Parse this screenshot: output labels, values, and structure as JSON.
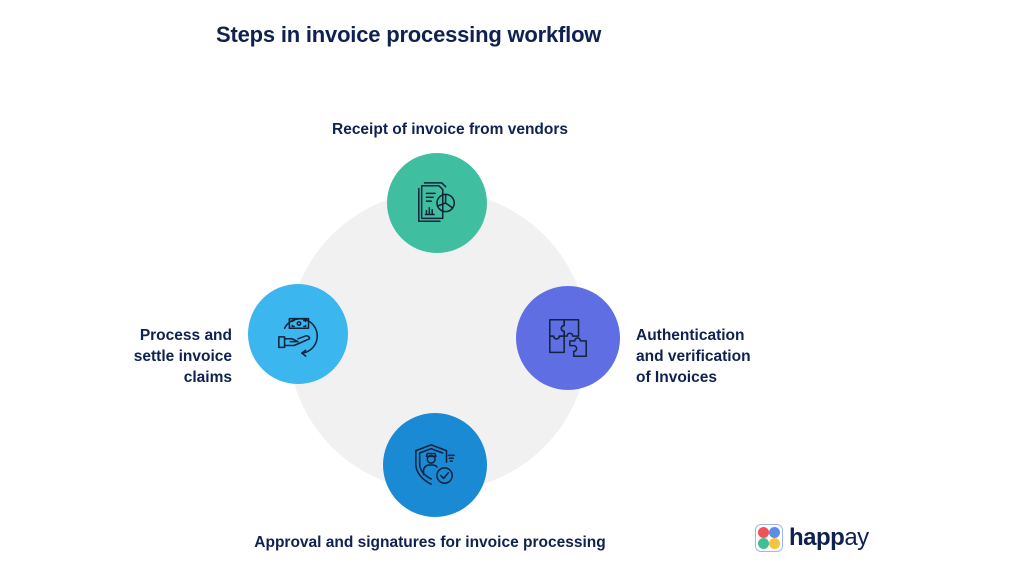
{
  "title": "Steps in invoice processing workflow",
  "steps": [
    {
      "position": "top",
      "label": "Receipt of invoice from vendors",
      "icon": "documents-chart-icon",
      "color": "#3fbfa0"
    },
    {
      "position": "right",
      "label_lines": [
        "Authentication",
        "and verification",
        "of Invoices"
      ],
      "icon": "puzzle-pieces-icon",
      "color": "#5f6ee3"
    },
    {
      "position": "bottom",
      "label": "Approval and signatures for invoice processing",
      "icon": "shield-person-check-icon",
      "color": "#1a8ad4"
    },
    {
      "position": "left",
      "label_lines": [
        "Process and",
        "settle invoice",
        "claims"
      ],
      "icon": "hand-money-cycle-icon",
      "color": "#3cb6ee"
    }
  ],
  "ring_color": "#f1f1f2",
  "brand": {
    "name_bold": "happ",
    "name_light": "ay",
    "dot_colors": [
      "#f0525a",
      "#5b8ee6",
      "#3fbf93",
      "#f5c242"
    ]
  }
}
